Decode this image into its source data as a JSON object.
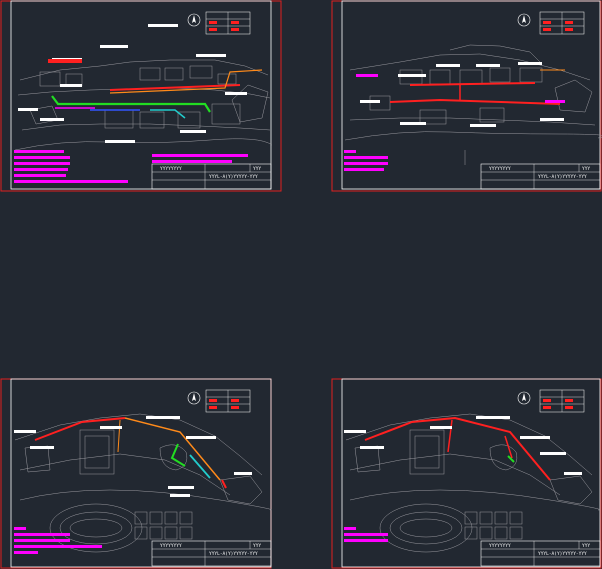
{
  "canvas": {
    "background": "#222831"
  },
  "colors": {
    "frame_outer": "#e02020",
    "frame_inner": "#ffffff",
    "base_map": "#9a9aa0",
    "magenta": "#ff00ff",
    "red_line": "#ff2020",
    "orange_line": "#ff8a1a",
    "green_line": "#22dd22",
    "cyan_line": "#22cccc",
    "blue_line": "#3355ff",
    "white": "#ffffff"
  },
  "icons": {
    "north_arrow": "north-arrow-icon"
  },
  "sheets": [
    {
      "id": "sheet-1",
      "title_block": {
        "drawing_no": "YYYL-A(Y)YYYYY-YYY",
        "project": "YYYYYYYY",
        "scale": "YYY"
      }
    },
    {
      "id": "sheet-2",
      "title_block": {
        "drawing_no": "YYYL-A(Y)YYYYY-YYY",
        "project": "YYYYYYYY",
        "scale": "YYY"
      }
    },
    {
      "id": "sheet-3",
      "title_block": {
        "drawing_no": "YYYL-A(Y)YYYYY-YYY",
        "project": "YYYYYYYY",
        "scale": "YYY"
      }
    },
    {
      "id": "sheet-4",
      "title_block": {
        "drawing_no": "YYYL-A(Y)YYYYY-YYY",
        "project": "YYYYYYYY",
        "scale": "YYY"
      }
    }
  ]
}
